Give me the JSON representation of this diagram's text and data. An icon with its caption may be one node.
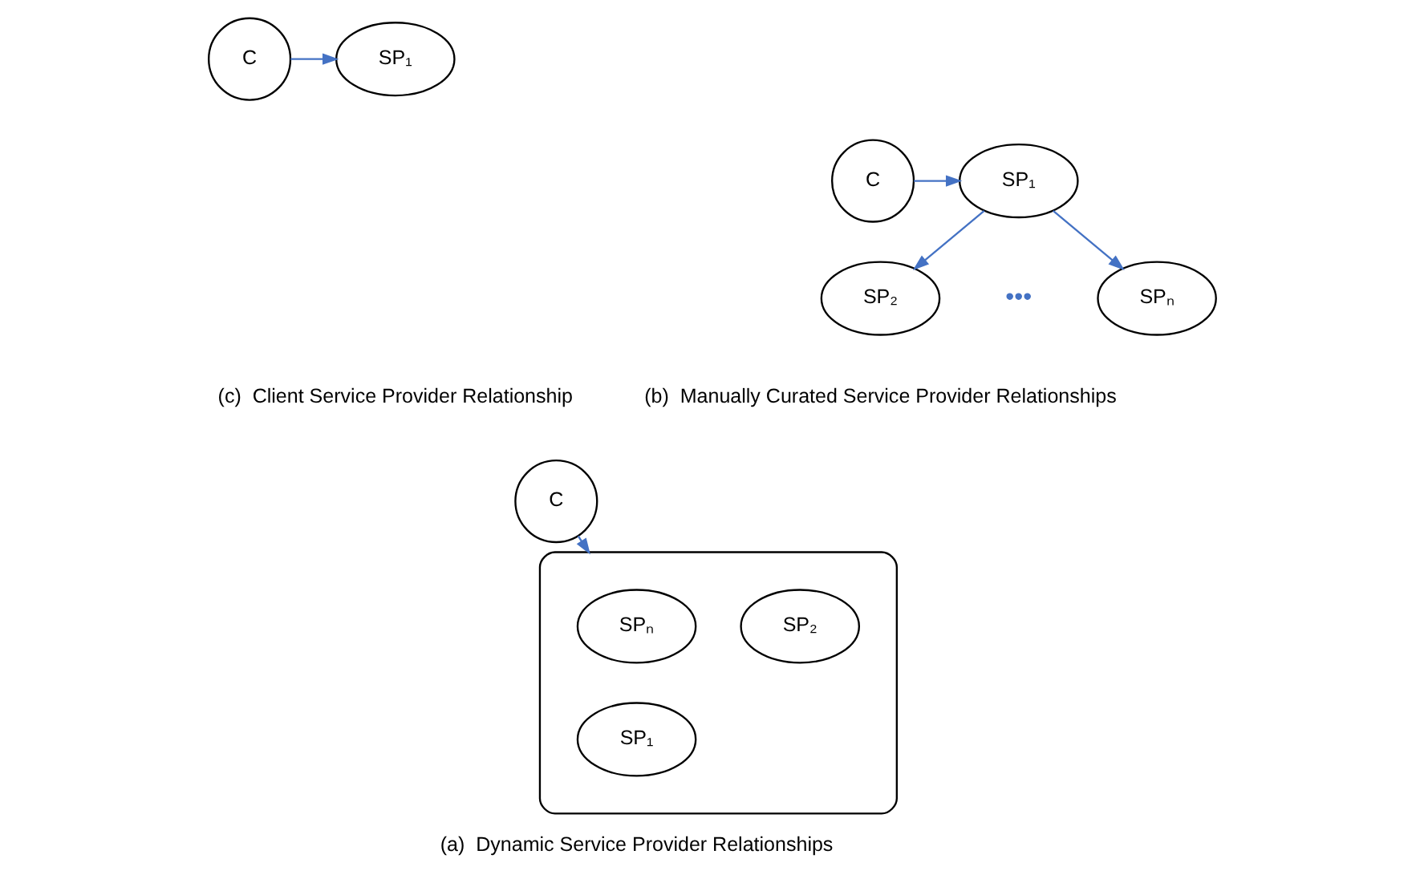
{
  "diagram": {
    "nodes": [
      {
        "text": [
          "C"
        ]
      },
      {
        "text": [
          "SP₁"
        ]
      },
      {
        "text": [
          "C"
        ]
      },
      {
        "text": [
          "SP₁"
        ]
      },
      {
        "text": [
          "SP₂"
        ]
      },
      {
        "text": [
          "SPₙ"
        ]
      },
      {
        "text": [
          "C"
        ]
      },
      {
        "text": [],
        "shape": "cloud"
      },
      {
        "text": [
          "SPₙ"
        ],
        "in": 7
      },
      {
        "text": [
          "SP₂"
        ],
        "in": 7
      },
      {
        "text": [
          "SP₁"
        ],
        "in": 7
      }
    ],
    "edges": [
      {
        "from": 0,
        "to": 1,
        "arrow": "to"
      },
      {
        "from": 2,
        "to": 3,
        "arrow": "to"
      },
      {
        "from": 3,
        "to": 4,
        "arrow": "to"
      },
      {
        "from": 3,
        "to": 5,
        "arrow": "to"
      },
      {
        "from": 6,
        "to": 7,
        "arrow": "to"
      }
    ],
    "labels": [
      "•••",
      "(c)  Client Service Provider Relationship",
      "(b)  Manually Curated Service Provider Relationships",
      "(a)  Dynamic Service Provider Relationships"
    ]
  }
}
